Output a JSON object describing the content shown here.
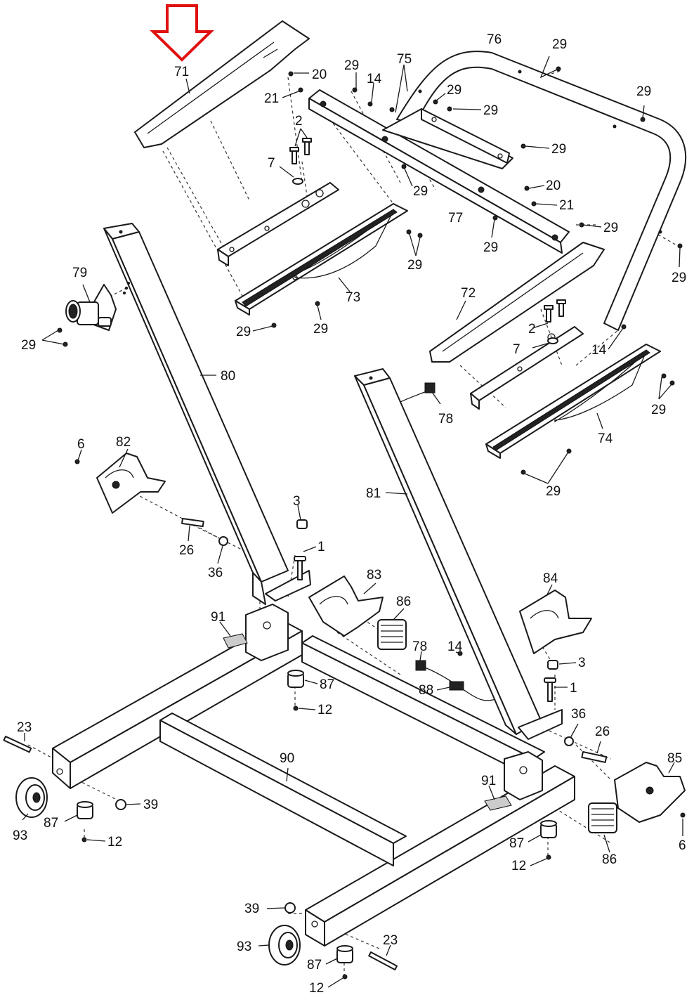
{
  "diagram": {
    "highlight": {
      "part": "71",
      "arrow_color": "#e01010"
    },
    "labels": [
      {
        "id": "l71",
        "text": "71"
      },
      {
        "id": "l20a",
        "text": "20"
      },
      {
        "id": "l21a",
        "text": "21"
      },
      {
        "id": "l2a",
        "text": "2"
      },
      {
        "id": "l7a",
        "text": "7"
      },
      {
        "id": "l29a",
        "text": "29"
      },
      {
        "id": "l14a",
        "text": "14"
      },
      {
        "id": "l75",
        "text": "75"
      },
      {
        "id": "l76",
        "text": "76"
      },
      {
        "id": "l29b",
        "text": "29"
      },
      {
        "id": "l29c",
        "text": "29"
      },
      {
        "id": "l29d",
        "text": "29"
      },
      {
        "id": "l29e",
        "text": "29"
      },
      {
        "id": "l29f",
        "text": "29"
      },
      {
        "id": "l29g",
        "text": "29"
      },
      {
        "id": "l20b",
        "text": "20"
      },
      {
        "id": "l21b",
        "text": "21"
      },
      {
        "id": "l77",
        "text": "77"
      },
      {
        "id": "l29h",
        "text": "29"
      },
      {
        "id": "l29i",
        "text": "29"
      },
      {
        "id": "l29j",
        "text": "29"
      },
      {
        "id": "l29k",
        "text": "29"
      },
      {
        "id": "l73",
        "text": "73"
      },
      {
        "id": "l29l",
        "text": "29"
      },
      {
        "id": "l29m",
        "text": "29"
      },
      {
        "id": "l79",
        "text": "79"
      },
      {
        "id": "l29n",
        "text": "29"
      },
      {
        "id": "l80",
        "text": "80"
      },
      {
        "id": "l72",
        "text": "72"
      },
      {
        "id": "l2b",
        "text": "2"
      },
      {
        "id": "l7b",
        "text": "7"
      },
      {
        "id": "l14b",
        "text": "14"
      },
      {
        "id": "l29o",
        "text": "29"
      },
      {
        "id": "l74",
        "text": "74"
      },
      {
        "id": "l29p",
        "text": "29"
      },
      {
        "id": "l78a",
        "text": "78"
      },
      {
        "id": "l6a",
        "text": "6"
      },
      {
        "id": "l82",
        "text": "82"
      },
      {
        "id": "l81",
        "text": "81"
      },
      {
        "id": "l3a",
        "text": "3"
      },
      {
        "id": "l1a",
        "text": "1"
      },
      {
        "id": "l26a",
        "text": "26"
      },
      {
        "id": "l36a",
        "text": "36"
      },
      {
        "id": "l83",
        "text": "83"
      },
      {
        "id": "l84",
        "text": "84"
      },
      {
        "id": "l91a",
        "text": "91"
      },
      {
        "id": "l86a",
        "text": "86"
      },
      {
        "id": "l78b",
        "text": "78"
      },
      {
        "id": "l14c",
        "text": "14"
      },
      {
        "id": "l3b",
        "text": "3"
      },
      {
        "id": "l1b",
        "text": "1"
      },
      {
        "id": "l87a",
        "text": "87"
      },
      {
        "id": "l88",
        "text": "88"
      },
      {
        "id": "l12a",
        "text": "12"
      },
      {
        "id": "l36b",
        "text": "36"
      },
      {
        "id": "l26b",
        "text": "26"
      },
      {
        "id": "l23a",
        "text": "23"
      },
      {
        "id": "l90",
        "text": "90"
      },
      {
        "id": "l85",
        "text": "85"
      },
      {
        "id": "l91b",
        "text": "91"
      },
      {
        "id": "l39a",
        "text": "39"
      },
      {
        "id": "l93a",
        "text": "93"
      },
      {
        "id": "l87b",
        "text": "87"
      },
      {
        "id": "l12b",
        "text": "12"
      },
      {
        "id": "l87c",
        "text": "87"
      },
      {
        "id": "l12c",
        "text": "12"
      },
      {
        "id": "l86b",
        "text": "86"
      },
      {
        "id": "l6b",
        "text": "6"
      },
      {
        "id": "l39b",
        "text": "39"
      },
      {
        "id": "l23b",
        "text": "23"
      },
      {
        "id": "l93b",
        "text": "93"
      },
      {
        "id": "l87d",
        "text": "87"
      },
      {
        "id": "l12d",
        "text": "12"
      }
    ]
  }
}
